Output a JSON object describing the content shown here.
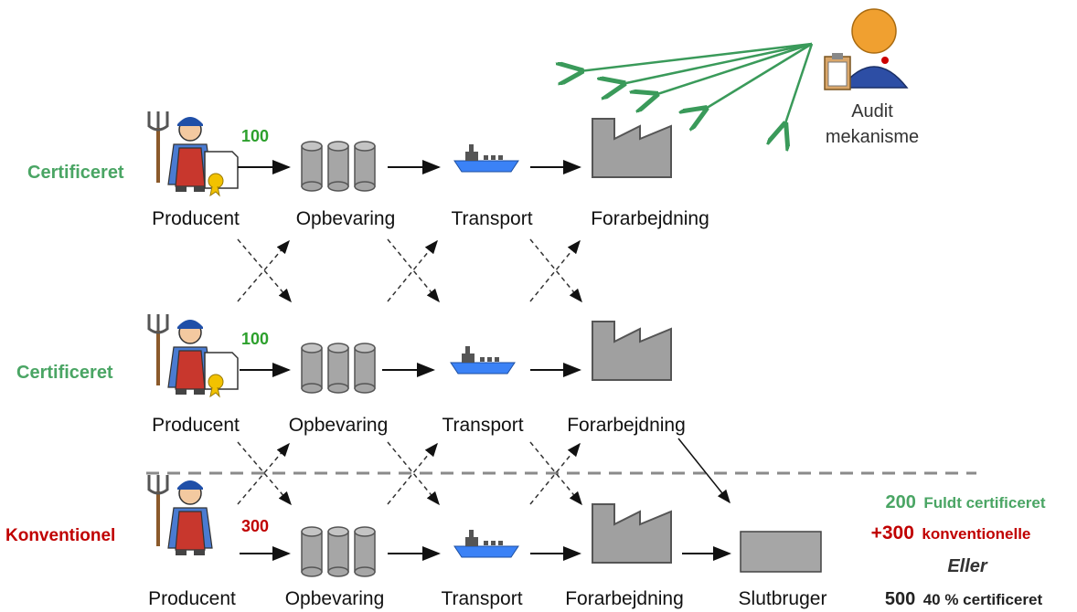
{
  "audit": {
    "line1": "Audit",
    "line2": "mekanisme",
    "icon": "auditor-icon"
  },
  "rows": [
    {
      "status": "Certificeret",
      "quantity": "100",
      "labels": [
        "Producent",
        "Opbevaring",
        "Transport",
        "Forarbejdning"
      ]
    },
    {
      "status": "Certificeret",
      "quantity": "100",
      "labels": [
        "Producent",
        "Opbevaring",
        "Transport",
        "Forarbejdning"
      ]
    },
    {
      "status": "Konventionel",
      "quantity": "300",
      "labels": [
        "Producent",
        "Opbevaring",
        "Transport",
        "Forarbejdning",
        "Slutbruger"
      ]
    }
  ],
  "summary": {
    "line1_num": "200",
    "line1_text": "Fuldt certificeret",
    "line2_num": "+300",
    "line2_text": "konventionelle",
    "line3": "Eller",
    "line4_num": "500",
    "line4_text": "40 % certificeret"
  },
  "colors": {
    "certified": "#4aa564",
    "conventional": "#c00000",
    "audit_arrows": "#3a9a5a",
    "facility": "#a0a0a0",
    "ship": "#3b82f6"
  }
}
